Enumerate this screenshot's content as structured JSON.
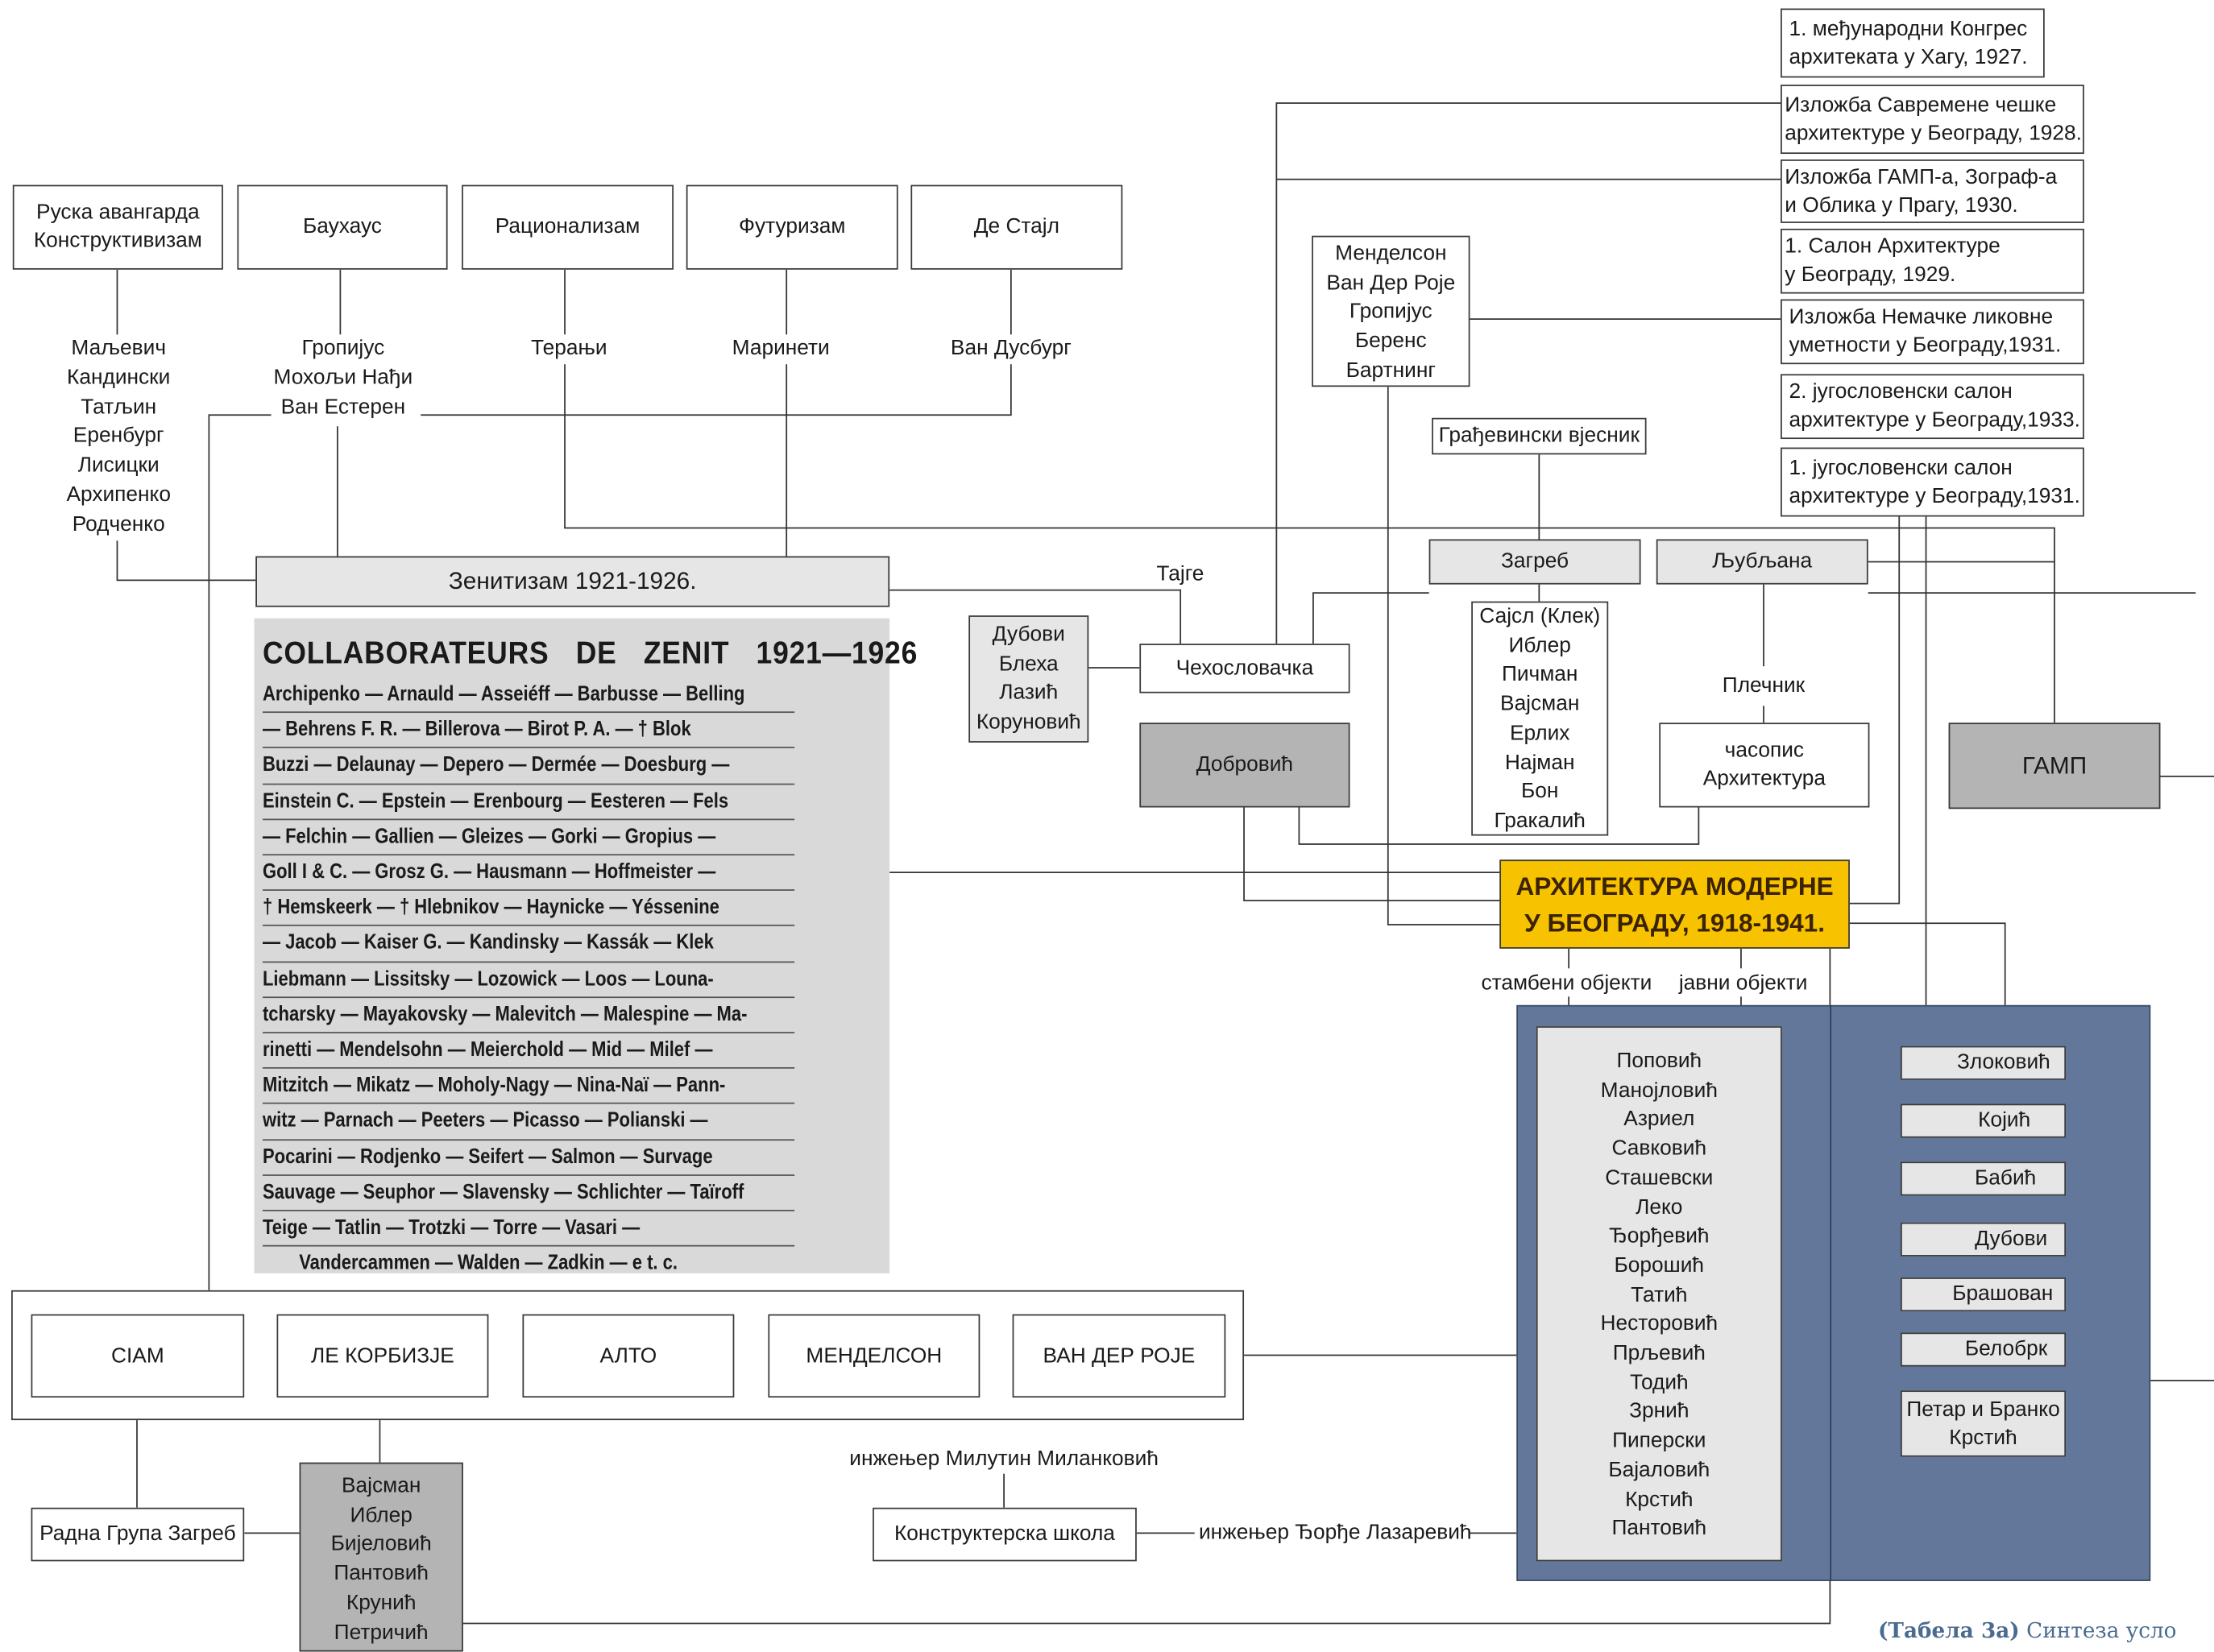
{
  "movements": {
    "ruska": "Руска авангарда\nКонструктивизам",
    "bauhaus": "Баухаус",
    "racionalizam": "Рационализам",
    "futurizam": "Футуризам",
    "destijl": "Де Стајл"
  },
  "names": {
    "ruska": [
      "Маљевич",
      "Кандински",
      "Татљин",
      "Еренбург",
      "Лисицки",
      "Архипенко",
      "Родченко"
    ],
    "bauhaus": [
      "Гропијус",
      "Мохољи Нађи",
      "Ван Естерен"
    ],
    "racionalizam": "Терањи",
    "futurizam": "Маринети",
    "destijl": "Ван Дусбург"
  },
  "zenitizam": "Зенитизам 1921-1926.",
  "collaborateurs": {
    "title": "COLLABORATEURS DE ZENIT 1921—1926",
    "lines": [
      "Archipenko — Arnauld — Asseiéff — Barbusse — Belling",
      "— Behrens F. R. — Billerova — Birot P. A. — † Blok",
      "Buzzi — Delaunay — Depero — Dermée — Doesburg —",
      "Einstein C. — Epstein — Erenbourg — Eesteren — Fels",
      "— Felchin — Gallien — Gleizes — Gorki — Gropius —",
      "Goll I & C. — Grosz G. — Hausmann — Hoffmeister —",
      "† Hemskeerk — † Hlebnikov — Haynicke — Yéssenine",
      "— Jacob — Kaiser G. — Kandinsky — Kassák — Klek",
      "Liebmann — Lissitsky — Lozowick — Loos — Louna-",
      "tcharsky — Mayakovsky — Malevitch — Malespine — Ma-",
      "rinetti — Mendelsohn — Meierchold — Mid — Milef —",
      "Mitzitch — Mikatz — Moholy-Nagy — Nina-Naï — Pann-",
      "witz — Parnach — Peeters — Picasso — Polianski —",
      "Pocarini — Rodjenko — Seifert — Salmon — Survage",
      "Sauvage — Seuphor — Slavensky — Schlichter — Taïroff",
      "Teige — Tatlin — Trotzki — Torre — Vasari —",
      "Vandercammen — Walden — Zadkin — e t. c."
    ]
  },
  "ciam_row": [
    "CIAM",
    "ЛЕ КОРБИЗЈЕ",
    "АЛТО",
    "МЕНДЕЛСОН",
    "ВАН ДЕР РОЈЕ"
  ],
  "radna_grupa": "Радна Група Загреб",
  "zagreb_group": [
    "Вајсман",
    "Иблер",
    "Бијеловић",
    "Пантовић",
    "Крунић",
    "Петричић"
  ],
  "milankovic": "инжењер Милутин Миланковић",
  "konstrukterska": "Конструктерска школа",
  "lazarevic": "инжењер Ђорђе Лазаревић",
  "dubovi_group": [
    "Дубови",
    "Блеха",
    "Лазић",
    "Коруновић"
  ],
  "tajge": "Тајге",
  "cehoslovacka": "Чехословачка",
  "dobrovic": "Добровић",
  "mendelson_group": [
    "Менделсон",
    "Ван Дер Роје",
    "Гропијус",
    "Беренс",
    "Бартнинг"
  ],
  "gradjevinski": "Грађевински вјесник",
  "zagreb": "Загреб",
  "ljubljana": "Љубљана",
  "sajsl_group": [
    "Сајсл (Клек)",
    "Иблер",
    "Пичман",
    "Вајсман",
    "Ерлих",
    "Најман",
    "Бон",
    "Гракалић"
  ],
  "plecnik": "Плечник",
  "casopis": "часопис\nАрхитектура",
  "gamp": "ГАМП",
  "main_box": "АРХИТЕКТУРА МОДЕРНЕ\nУ БЕОГРАДУ,  1918-1941.",
  "stambeni": "стамбени објекти",
  "javni": "јавни објекти",
  "architects_list": [
    "Поповић",
    "Манојловић",
    "Азриел",
    "Савковић",
    "Сташевски",
    "Леко",
    "Ђорђевић",
    "Борошић",
    "Татић",
    "Несторовић",
    "Прљевић",
    "Тодић",
    "Зрнић",
    "Пиперски",
    "Бајаловић",
    "Крстић",
    "Пантовић"
  ],
  "right_names": [
    "Злоковић",
    "Којић",
    "Бабић",
    "Дубови",
    "Брашован",
    "Белобрк",
    "Петар и Бранко\nКрстић"
  ],
  "events": [
    "1. међународни Конгрес\nархитеката у Хагу, 1927.",
    "Изложба Савремене чешке\nархитектуре у Београду, 1928.",
    "Изложба ГАМП-а, Зограф-а\nи Облика у Прагу, 1930.",
    " 1. Салон Архитектуре\n у Београду, 1929.",
    "Изложба Немачке ликовне\nуметности у Београду,1931.",
    "2. југословенски салон\nархитектуре у Београду,1933.",
    "1. југословенски салон\nархитектуре у Београду,1931."
  ],
  "caption_bold": "(Табела 3а)",
  "caption_rest": " Синтеза усло",
  "colors": {
    "panel": "#62779a",
    "gold": "#f7c200",
    "box_light": "#e6e6e6",
    "box_gray": "#b4b4b4"
  }
}
